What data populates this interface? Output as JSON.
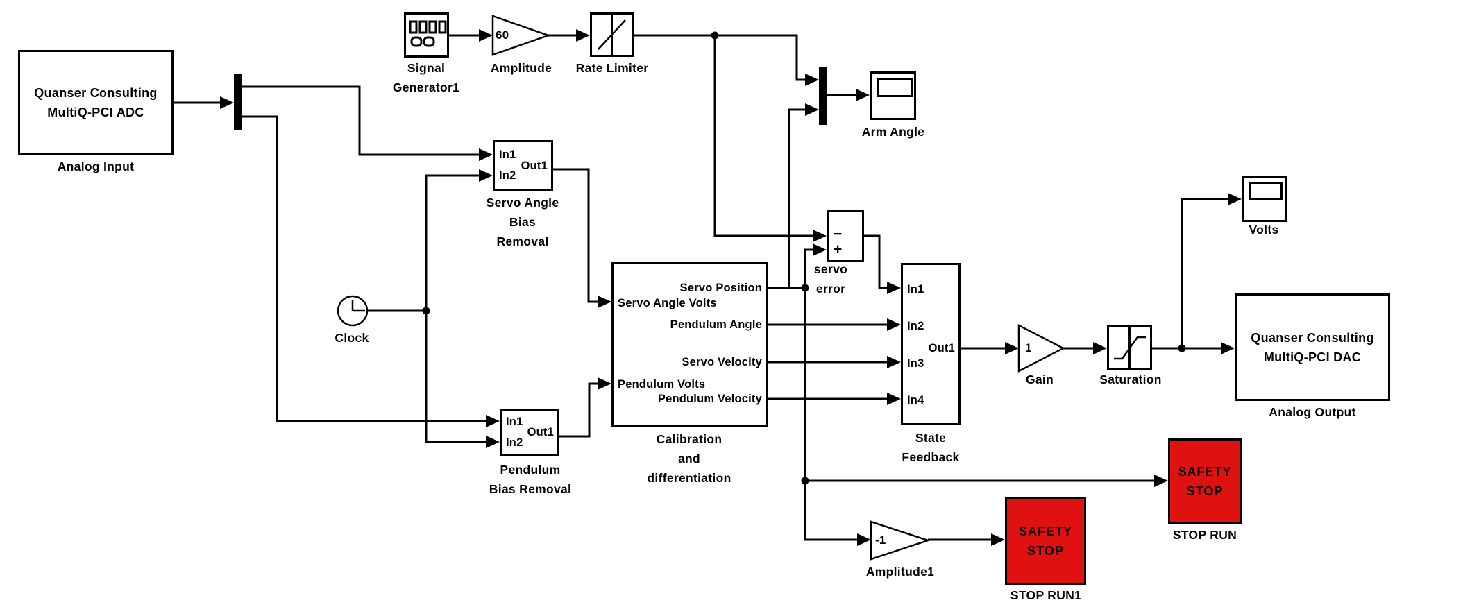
{
  "colors": {
    "wire": "#000000",
    "stop_fill": "#e01111",
    "background": "#ffffff"
  },
  "blocks": {
    "analog_input": {
      "body": "Quanser Consulting\nMultiQ-PCI ADC",
      "label": "Analog Input"
    },
    "signal_generator1": {
      "label": "Signal\nGenerator1"
    },
    "amplitude": {
      "gain": "60",
      "label": "Amplitude"
    },
    "rate_limiter": {
      "label": "Rate Limiter"
    },
    "arm_angle_scope": {
      "label": "Arm Angle"
    },
    "servo_angle_bias_removal": {
      "port_in1": "In1",
      "port_in2": "In2",
      "port_out1": "Out1",
      "label": "Servo Angle\nBias\nRemoval"
    },
    "clock": {
      "label": "Clock"
    },
    "pendulum_bias_removal": {
      "port_in1": "In1",
      "port_in2": "In2",
      "port_out1": "Out1",
      "label": "Pendulum\nBias Removal"
    },
    "calibration": {
      "port_in1": "Servo Angle Volts",
      "port_in2": "Pendulum Volts",
      "port_out1": "Servo Position",
      "port_out2": "Pendulum Angle",
      "port_out3": "Servo Velocity",
      "port_out4": "Pendulum Velocity",
      "label": "Calibration\nand\ndifferentiation"
    },
    "servo_error_sum": {
      "minus": "−",
      "plus": "+",
      "label": "servo\nerror"
    },
    "state_feedback": {
      "port_in1": "In1",
      "port_in2": "In2",
      "port_in3": "In3",
      "port_in4": "In4",
      "port_out1": "Out1",
      "label": "State\nFeedback"
    },
    "gain": {
      "gain": "1",
      "label": "Gain"
    },
    "saturation": {
      "label": "Saturation"
    },
    "volts_scope": {
      "label": "Volts"
    },
    "analog_output": {
      "body": "Quanser Consulting\nMultiQ-PCI DAC",
      "label": "Analog Output"
    },
    "safety_stop": {
      "body": "SAFETY\nSTOP",
      "label": "STOP RUN"
    },
    "amplitude1": {
      "gain": "-1",
      "label": "Amplitude1"
    },
    "safety_stop1": {
      "body": "SAFETY\nSTOP",
      "label": "STOP RUN1"
    }
  }
}
